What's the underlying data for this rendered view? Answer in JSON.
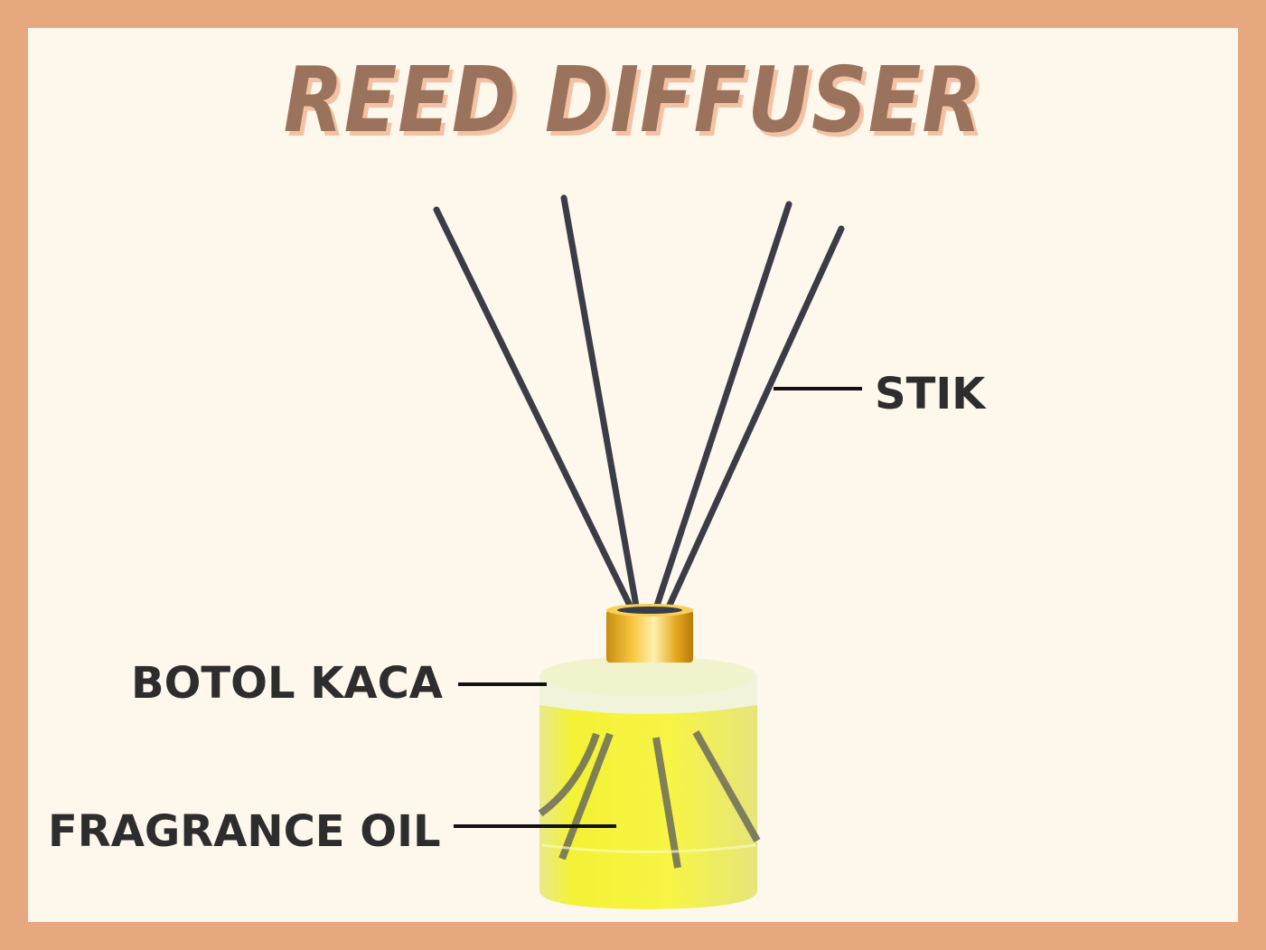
{
  "title": "REED DIFFUSER",
  "labels": {
    "stik": "STIK",
    "botol_kaca": "BOTOL KACA",
    "fragrance_oil": "FRAGRANCE OIL"
  },
  "colors": {
    "frame": "#e7a880",
    "background": "#fef7ec",
    "title": "#9b725b",
    "title_shadow": "#f3c2a4",
    "label": "#2d2d2d",
    "oil": "#f2f03a",
    "cap": "#e0a417",
    "reed": "#3a3d48"
  }
}
